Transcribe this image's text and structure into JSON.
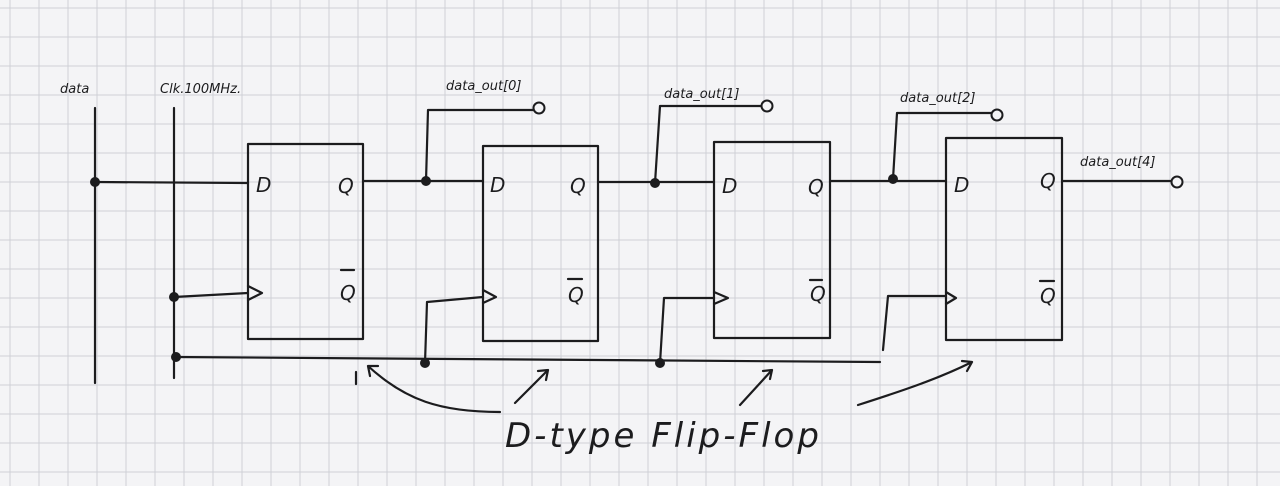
{
  "inputs": {
    "data": "data",
    "clock": "Clk.100MHz."
  },
  "outputs": [
    "data_out[0]",
    "data_out[1]",
    "data_out[2]",
    "data_out[4]"
  ],
  "flip_flop": {
    "pin_d": "D",
    "pin_q": "Q",
    "pin_qbar": "Q"
  },
  "caption": "D-type Flip-Flop",
  "colors": {
    "paper": "#f4f4f6",
    "grid": "#cfd0d6",
    "ink": "#1c1c1e"
  }
}
